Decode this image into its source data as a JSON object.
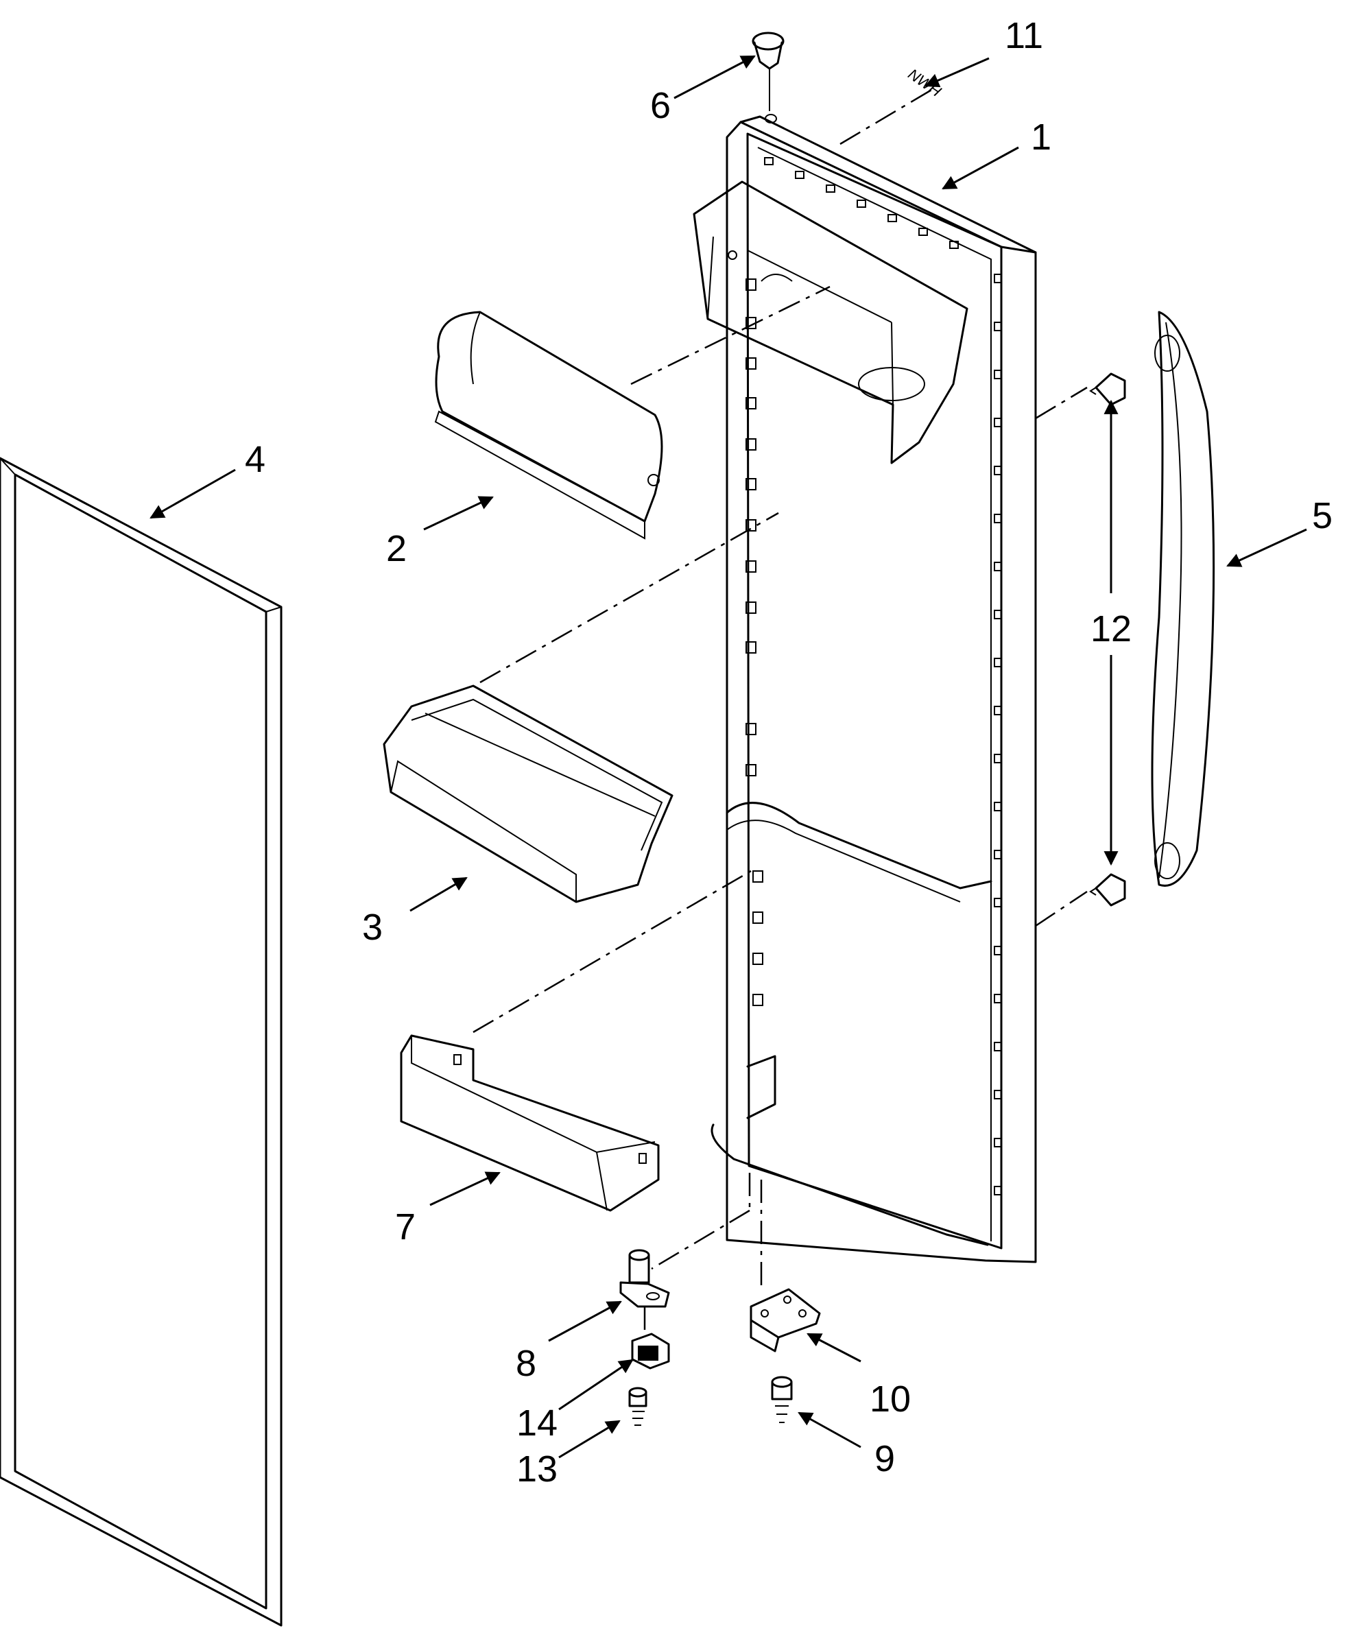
{
  "callouts": {
    "c1": "1",
    "c2": "2",
    "c3": "3",
    "c4": "4",
    "c5": "5",
    "c6": "6",
    "c7": "7",
    "c8": "8",
    "c9": "9",
    "c10": "10",
    "c11": "11",
    "c12": "12",
    "c13": "13",
    "c14": "14"
  },
  "part_logo_text": "NWH",
  "colors": {
    "line": "#000000",
    "background": "#ffffff"
  }
}
